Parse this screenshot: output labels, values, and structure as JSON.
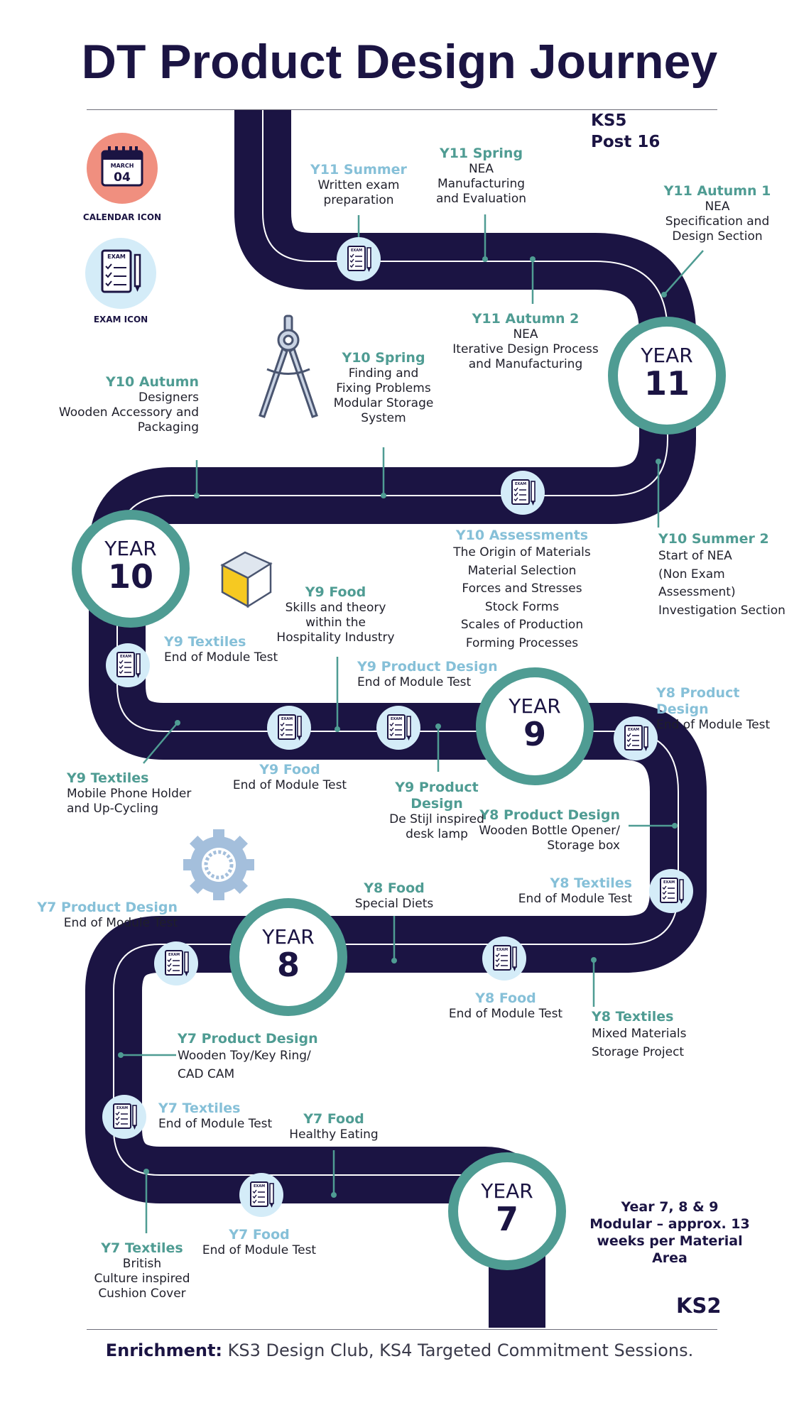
{
  "title": "DT Product Design Journey",
  "ks5": "KS5 Post 16",
  "ks2": "KS2",
  "modular_note": "Year 7, 8 & 9 Modular – approx. 13 weeks per Material Area",
  "enrichment": {
    "label": "Enrichment:",
    "text": " KS3 Design Club, KS4 Targeted Commitment Sessions."
  },
  "key": {
    "calendar_month": "MARCH",
    "calendar_day": "04",
    "calendar_caption": "CALENDAR ICON",
    "exam_caption": "EXAM ICON",
    "exam_word": "EXAM"
  },
  "years": {
    "y7": {
      "word": "YEAR",
      "num": "7"
    },
    "y8": {
      "word": "YEAR",
      "num": "8"
    },
    "y9": {
      "word": "YEAR",
      "num": "9"
    },
    "y10": {
      "word": "YEAR",
      "num": "10"
    },
    "y11": {
      "word": "YEAR",
      "num": "11"
    }
  },
  "colors": {
    "road": "#1b1443",
    "ring": "#4f9c93",
    "teal": "#4f9c93",
    "light_blue": "#86c0d8",
    "exam_bg": "#d4ecf8",
    "calendar_bg": "#f08f7f"
  },
  "labels": {
    "y11_summer": {
      "title": "Y11 Summer",
      "body": "Written exam\npreparation"
    },
    "y11_spring": {
      "title": "Y11 Spring",
      "body": "NEA\nManufacturing\nand Evaluation"
    },
    "y11_autumn1": {
      "title": "Y11 Autumn 1",
      "body": "NEA\nSpecification and\nDesign Section"
    },
    "y11_autumn2": {
      "title": "Y11 Autumn 2",
      "body": "NEA\nIterative Design Process\nand Manufacturing"
    },
    "y10_spring": {
      "title": "Y10 Spring",
      "body": "Finding and\nFixing Problems\nModular Storage\nSystem"
    },
    "y10_autumn": {
      "title": "Y10 Autumn",
      "body": "Designers\nWooden Accessory and\nPackaging"
    },
    "y10_assess": {
      "title": "Y10 Assessments",
      "body": "The Origin of Materials\nMaterial Selection\nForces and Stresses\nStock Forms\nScales of Production\nForming Processes"
    },
    "y10_summer2": {
      "title": "Y10 Summer 2",
      "body": "Start of NEA\n(Non Exam Assessment)\nInvestigation Section"
    },
    "y9_textiles_test": {
      "title": "Y9 Textiles",
      "body": "End of Module Test"
    },
    "y9_food": {
      "title": "Y9 Food",
      "body": "Skills and theory\nwithin the\nHospitality Industry"
    },
    "y9_pd_test": {
      "title": "Y9 Product Design",
      "body": "End of Module Test"
    },
    "y9_textiles": {
      "title": "Y9 Textiles",
      "body": "Mobile Phone Holder\nand Up-Cycling"
    },
    "y9_food_test": {
      "title": "Y9 Food",
      "body": "End of Module Test"
    },
    "y9_pd": {
      "title": "Y9 Product\nDesign",
      "body": "De Stijl inspired\ndesk lamp"
    },
    "y8_pd_test": {
      "title": "Y8 Product Design",
      "body": "End of Module Test"
    },
    "y8_pd": {
      "title": "Y8 Product Design",
      "body": "Wooden Bottle Opener/\nStorage box"
    },
    "y8_textiles_test": {
      "title": "Y8 Textiles",
      "body": "End of Module Test"
    },
    "y8_food": {
      "title": "Y8 Food",
      "body": "Special Diets"
    },
    "y8_food_test": {
      "title": "Y8 Food",
      "body": "End of Module Test"
    },
    "y8_textiles": {
      "title": "Y8 Textiles",
      "body": "Mixed Materials\nStorage Project"
    },
    "y7_pd_test": {
      "title": "Y7 Product Design",
      "body": "End of Module Test"
    },
    "y7_pd": {
      "title": "Y7 Product Design",
      "body": "Wooden Toy/Key Ring/\nCAD CAM"
    },
    "y7_textiles_test": {
      "title": "Y7 Textiles",
      "body": "End of Module Test"
    },
    "y7_food": {
      "title": "Y7 Food",
      "body": "Healthy Eating"
    },
    "y7_food_test": {
      "title": "Y7 Food",
      "body": "End of Module Test"
    },
    "y7_textiles": {
      "title": "Y7 Textiles",
      "body": "British\nCulture inspired\nCushion Cover"
    }
  }
}
